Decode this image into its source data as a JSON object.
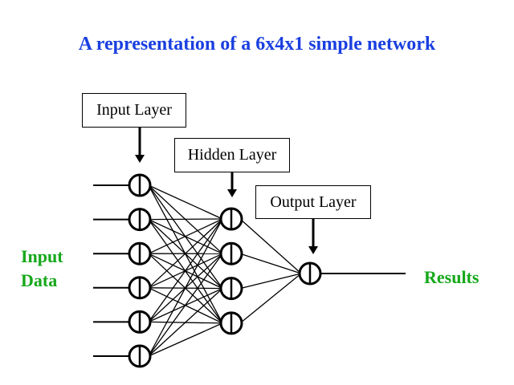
{
  "title": "A representation of a 6x4x1 simple network",
  "layers": {
    "input": "Input Layer",
    "hidden": "Hidden Layer",
    "output": "Output Layer"
  },
  "labels": {
    "input_data_line1": "Input",
    "input_data_line2": "Data",
    "results": "Results"
  },
  "network": {
    "input_nodes": 6,
    "hidden_nodes": 4,
    "output_nodes": 1
  },
  "colors": {
    "title": "#1a3fe0",
    "side_labels": "#15a81a",
    "lines": "#000000"
  }
}
